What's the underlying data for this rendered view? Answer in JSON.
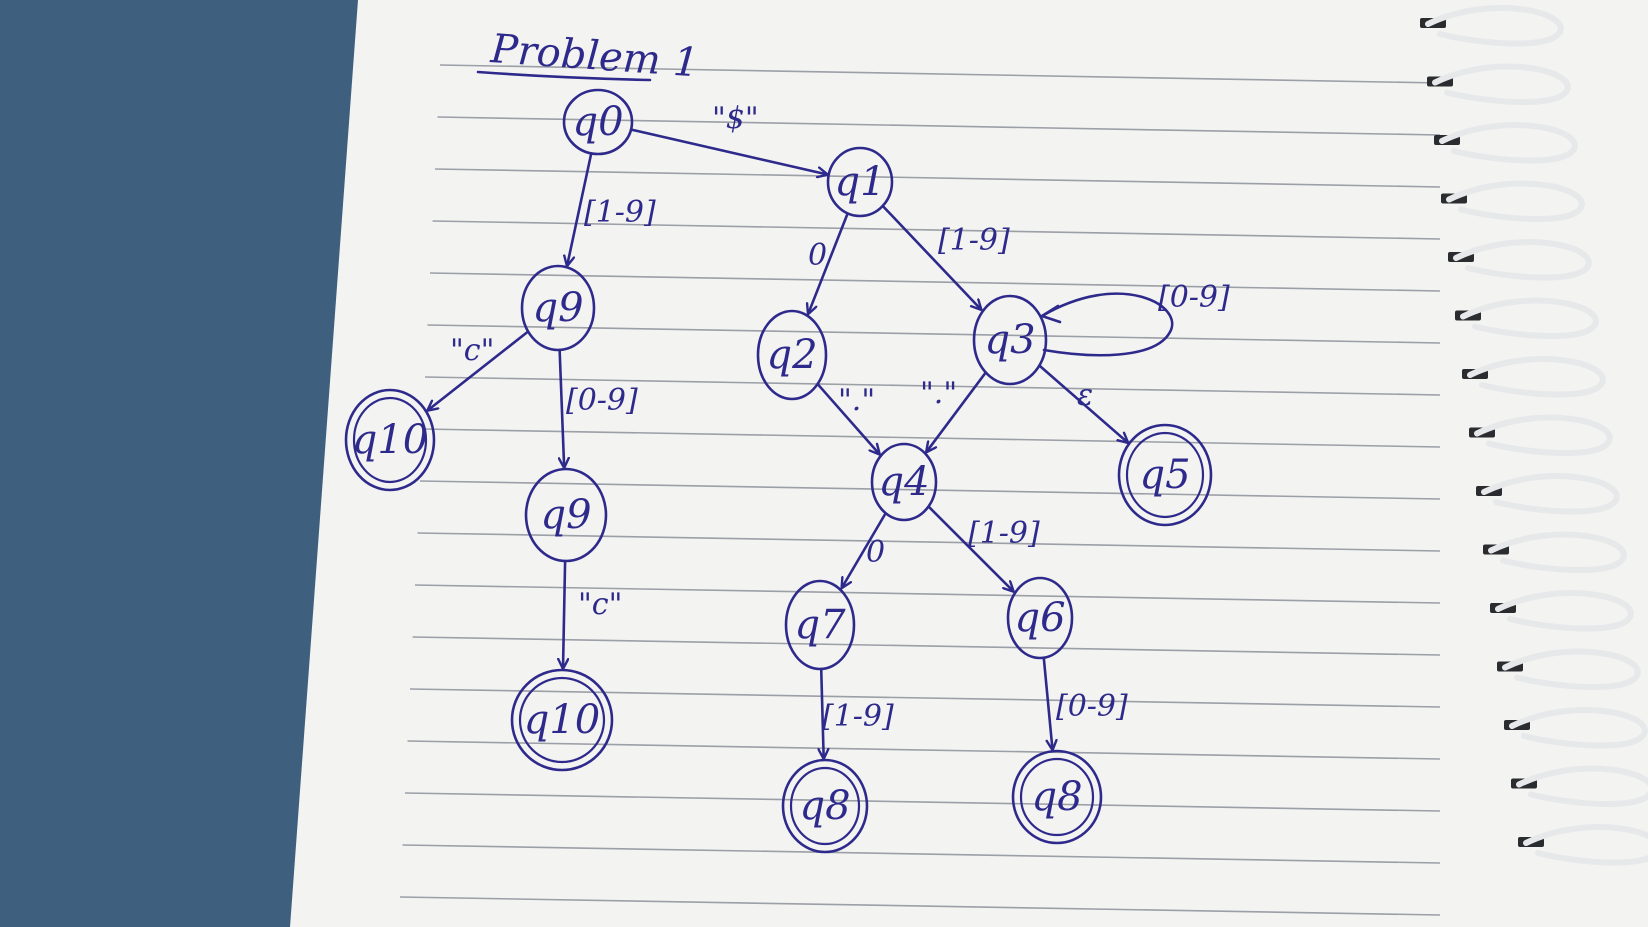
{
  "title": "Problem 1",
  "colors": {
    "ink": "#2e2a8c",
    "paper": "#f3f3f1",
    "desk": "#3f5f7f",
    "ruling": "#9b9fa6",
    "binding": "#e6e8ea"
  },
  "nodes": [
    {
      "id": "q0",
      "label": "q0",
      "accepting": false
    },
    {
      "id": "q1",
      "label": "q1",
      "accepting": false
    },
    {
      "id": "q9a",
      "label": "q9",
      "accepting": false
    },
    {
      "id": "q10a",
      "label": "q10",
      "accepting": true
    },
    {
      "id": "q9b",
      "label": "q9",
      "accepting": false
    },
    {
      "id": "q10b",
      "label": "q10",
      "accepting": true
    },
    {
      "id": "q2",
      "label": "q2",
      "accepting": false
    },
    {
      "id": "q3",
      "label": "q3",
      "accepting": false
    },
    {
      "id": "q4",
      "label": "q4",
      "accepting": false
    },
    {
      "id": "q5",
      "label": "q5",
      "accepting": true
    },
    {
      "id": "q7",
      "label": "q7",
      "accepting": false
    },
    {
      "id": "q6",
      "label": "q6",
      "accepting": false
    },
    {
      "id": "q8a",
      "label": "q8",
      "accepting": true
    },
    {
      "id": "q8b",
      "label": "q8",
      "accepting": true
    }
  ],
  "edges": [
    {
      "from": "q0",
      "to": "q1",
      "label": "\"$\""
    },
    {
      "from": "q0",
      "to": "q9a",
      "label": "[1-9]"
    },
    {
      "from": "q9a",
      "to": "q10a",
      "label": "\"c\""
    },
    {
      "from": "q9a",
      "to": "q9b",
      "label": "[0-9]"
    },
    {
      "from": "q9b",
      "to": "q10b",
      "label": "\"c\""
    },
    {
      "from": "q1",
      "to": "q2",
      "label": "0"
    },
    {
      "from": "q1",
      "to": "q3",
      "label": "[1-9]"
    },
    {
      "from": "q3",
      "to": "q3",
      "label": "[0-9]"
    },
    {
      "from": "q2",
      "to": "q4",
      "label": "\".\""
    },
    {
      "from": "q3",
      "to": "q4",
      "label": "\".\""
    },
    {
      "from": "q3",
      "to": "q5",
      "label": "ε"
    },
    {
      "from": "q4",
      "to": "q7",
      "label": "0"
    },
    {
      "from": "q4",
      "to": "q6",
      "label": "[1-9]"
    },
    {
      "from": "q7",
      "to": "q8a",
      "label": "[1-9]"
    },
    {
      "from": "q6",
      "to": "q8b",
      "label": "[0-9]"
    }
  ]
}
